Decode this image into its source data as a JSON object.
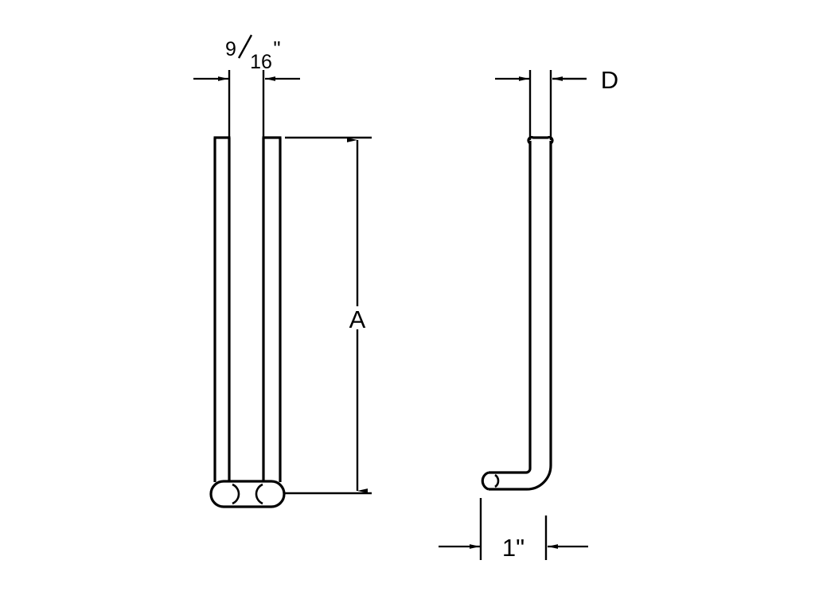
{
  "drawing": {
    "title": "Hairpin / L-bend tube dimensioned drawing",
    "background_color": "#ffffff",
    "line_color": "#000000",
    "views": [
      {
        "name": "front-view",
        "shape": "hairpin-u-bend",
        "description": "Two parallel vertical legs joined by a rounded U-bend at the bottom"
      },
      {
        "name": "side-view",
        "shape": "l-bend",
        "description": "Single vertical leg with a 90 degree bend to a short horizontal foot"
      }
    ],
    "dimensions": {
      "leg_spacing": {
        "label": "9―16\"",
        "numerator": "9",
        "denominator": "16",
        "unit": "\"",
        "name": "spacing-dimension"
      },
      "length": {
        "label": "A",
        "name": "length-dimension"
      },
      "depth": {
        "label": "D",
        "name": "depth-dimension"
      },
      "foot": {
        "label": "1\"",
        "name": "foot-dimension"
      }
    }
  }
}
